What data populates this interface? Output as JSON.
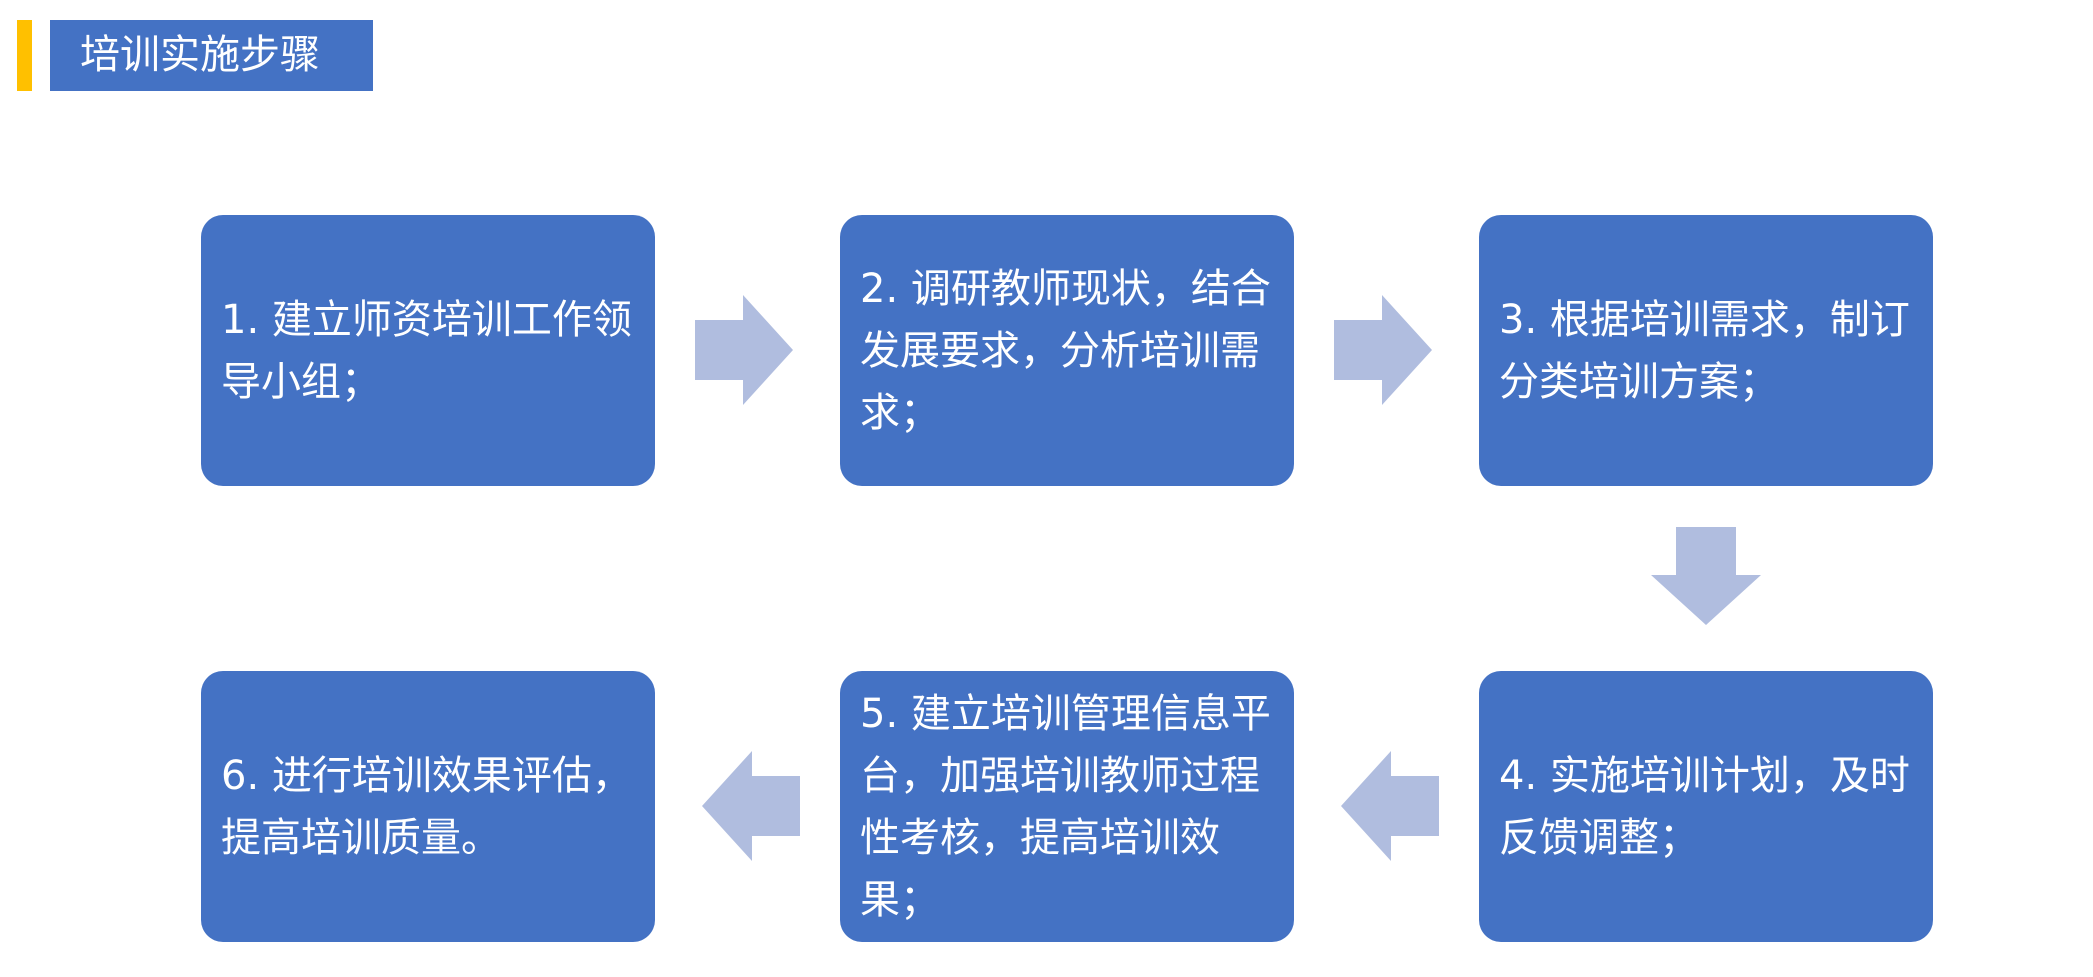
{
  "header": {
    "title": "培训实施步骤"
  },
  "colors": {
    "accent": "#FFC000",
    "box": "#4472C4",
    "arrow": "#B0BDDF",
    "text": "#FFFFFF"
  },
  "steps": [
    {
      "label": "1. 建立师资培训工作领导小组；"
    },
    {
      "label": "2. 调研教师现状，结合发展要求，分析培训需求；"
    },
    {
      "label": "3. 根据培训需求，制订分类培训方案；"
    },
    {
      "label": "4. 实施培训计划，及时反馈调整；"
    },
    {
      "label": "5. 建立培训管理信息平台，加强培训教师过程性考核，提高培训效果；"
    },
    {
      "label": "6. 进行培训效果评估，提高培训质量。"
    }
  ],
  "arrows": [
    {
      "icon": "arrow-right-icon"
    },
    {
      "icon": "arrow-right-icon"
    },
    {
      "icon": "arrow-down-icon"
    },
    {
      "icon": "arrow-left-icon"
    },
    {
      "icon": "arrow-left-icon"
    }
  ]
}
